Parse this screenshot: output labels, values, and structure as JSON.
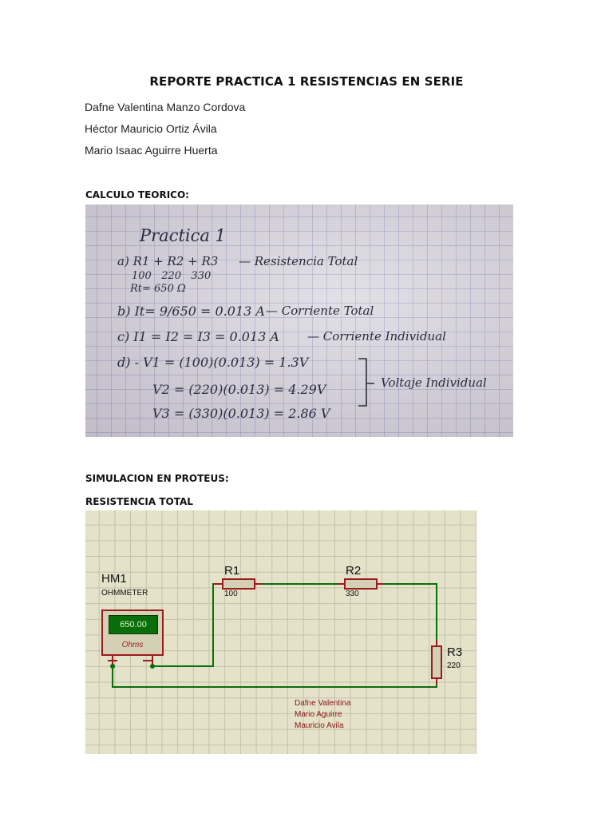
{
  "document": {
    "title": "REPORTE PRACTICA 1 RESISTENCIAS EN SERIE",
    "authors": [
      "Dafne Valentina Manzo Cordova",
      "Héctor Mauricio Ortiz Ávila",
      "Mario Isaac Aguirre Huerta"
    ],
    "section_theory": "CALCULO TEORICO:",
    "section_sim": "SIMULACION EN PROTEUS:",
    "subsection_total": "RESISTENCIA TOTAL"
  },
  "notes": {
    "title": "Practica 1",
    "line_a_formula": "a) R1 + R2 + R3",
    "line_a_label": "— Resistencia Total",
    "line_a_values": "100   220   330",
    "line_a_result": "Rt= 650 Ω",
    "line_b": "b) It= 9/650 = 0.013 A",
    "line_b_label": "— Corriente Total",
    "line_c": "c) I1 = I2 = I3 = 0.013 A",
    "line_c_label": "— Corriente Individual",
    "line_d1": "d) - V1 = (100)(0.013) = 1.3V",
    "line_d2": "V2 = (220)(0.013) = 4.29V",
    "line_d3": "V3 = (330)(0.013) = 2.86 V",
    "line_d_label": "Voltaje Individual"
  },
  "schematic": {
    "meter_ref": "HM1",
    "meter_type": "OHMMETER",
    "meter_reading": "650.00",
    "meter_unit": "Ohms",
    "r1_ref": "R1",
    "r1_value": "100",
    "r2_ref": "R2",
    "r2_value": "330",
    "r3_ref": "R3",
    "r3_value": "220",
    "credits": [
      "Dafne Valentina",
      "Mario Aguirre",
      "Mauricio Avila"
    ],
    "colors": {
      "wire": "#0a6e0a",
      "component": "#9b1b1b",
      "display": "#096d09",
      "background": "#e4e2c9"
    }
  }
}
